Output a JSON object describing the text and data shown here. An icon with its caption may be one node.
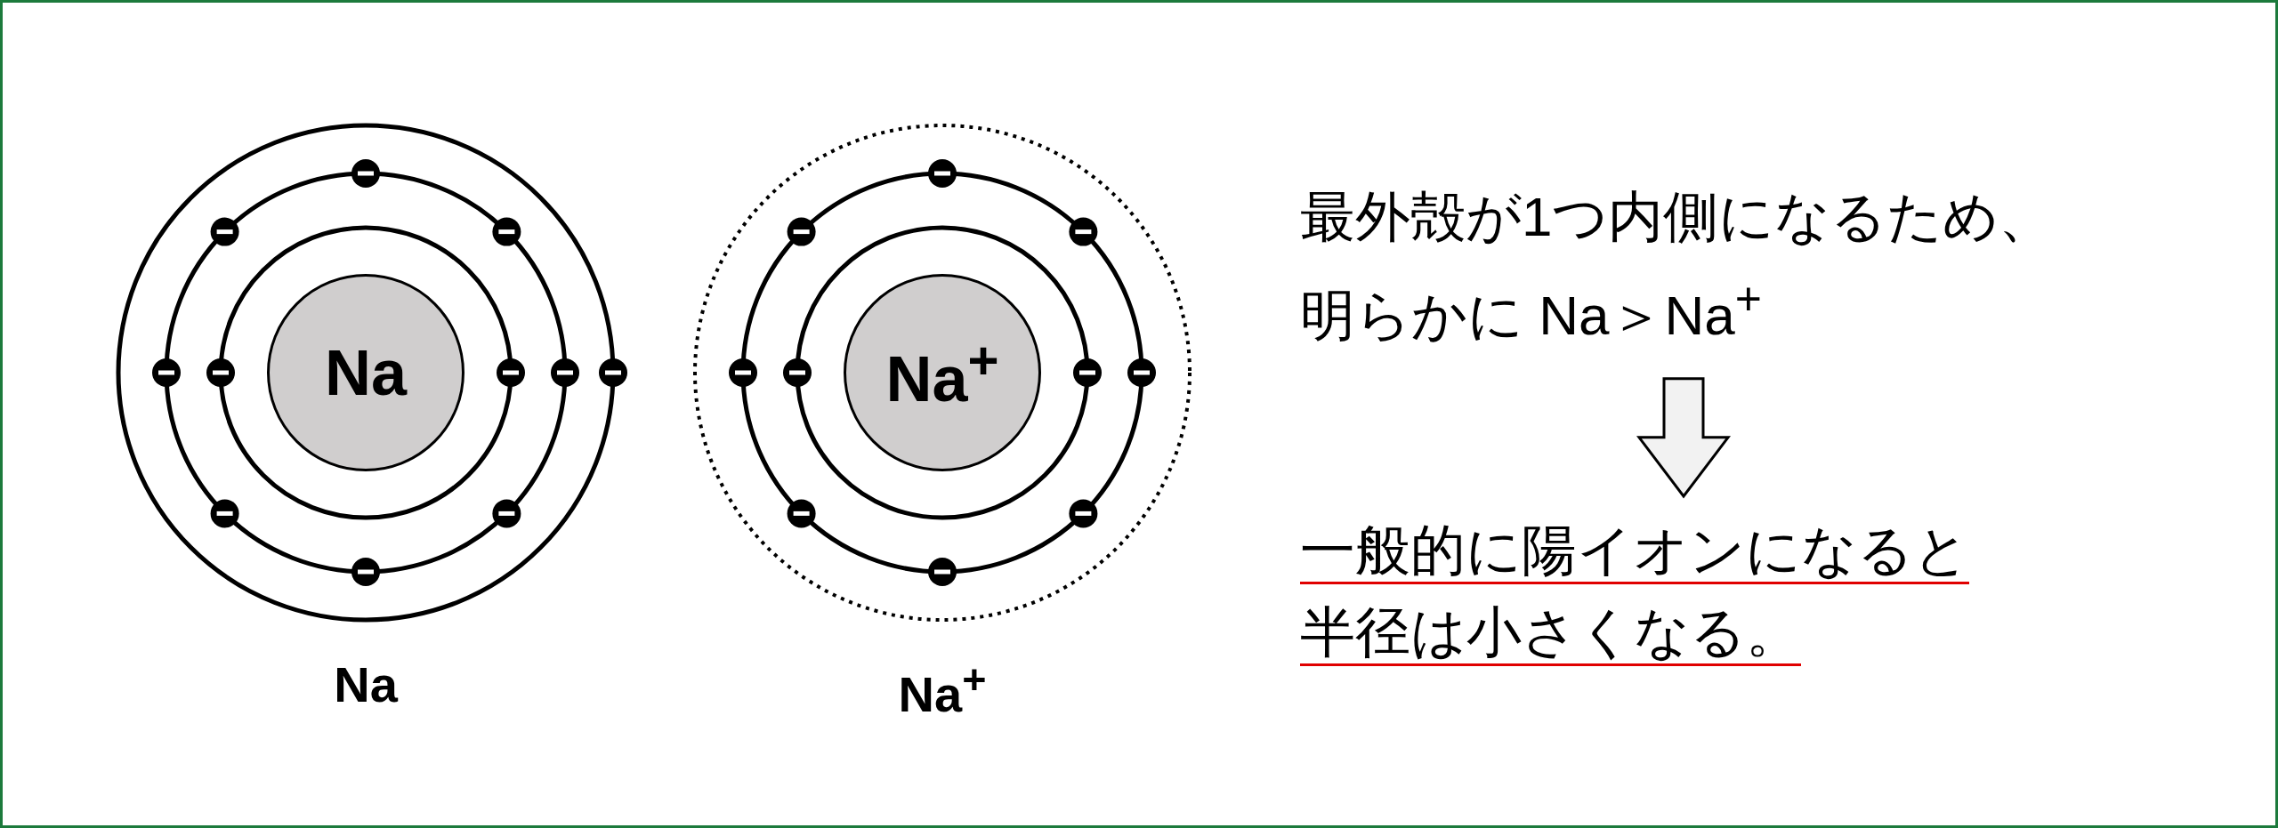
{
  "diagram": {
    "nodes": [
      {
        "text": [
          "Na"
        ],
        "beside": [
          "Na"
        ]
      },
      {
        "text": [
          "Na$^{+}$"
        ],
        "beside": [
          "Na$^{+}$"
        ]
      },
      {
        "text": [
          "最外殻が1つ内側になるため、明らかに Na＞Na$^{+}$"
        ]
      },
      {
        "text": [
          "一般的に陽イオンになると半径は小さくなる。"
        ]
      }
    ],
    "edges": [
      {
        "from": 2,
        "to": 3,
        "arrow": "to"
      }
    ]
  }
}
